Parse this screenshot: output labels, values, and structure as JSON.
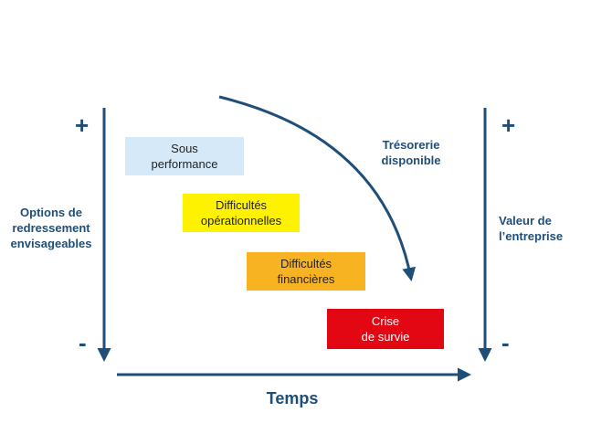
{
  "left_axis": {
    "label_lines": [
      "Options de",
      "redressement",
      "envisageables"
    ],
    "top_sign": "+",
    "bottom_sign": "-"
  },
  "right_axis": {
    "label_lines": [
      "Valeur de",
      "l’entreprise"
    ],
    "top_sign": "+",
    "bottom_sign": "-"
  },
  "x_axis": {
    "label": "Temps"
  },
  "curve": {
    "label_lines": [
      "Trésorerie",
      "disponible"
    ]
  },
  "stages": [
    {
      "lines": [
        "Sous",
        "performance"
      ],
      "color": "#d6e9f8",
      "text_color": "#222222"
    },
    {
      "lines": [
        "Difficultés",
        "opérationnelles"
      ],
      "color": "#fff200",
      "text_color": "#222222"
    },
    {
      "lines": [
        "Difficultés",
        "financières"
      ],
      "color": "#f7b321",
      "text_color": "#222222"
    },
    {
      "lines": [
        "Crise",
        "de survie"
      ],
      "color": "#e30613",
      "text_color": "#ffffff"
    }
  ],
  "colors": {
    "axis": "#1f4e79",
    "label": "#1f4e79"
  }
}
